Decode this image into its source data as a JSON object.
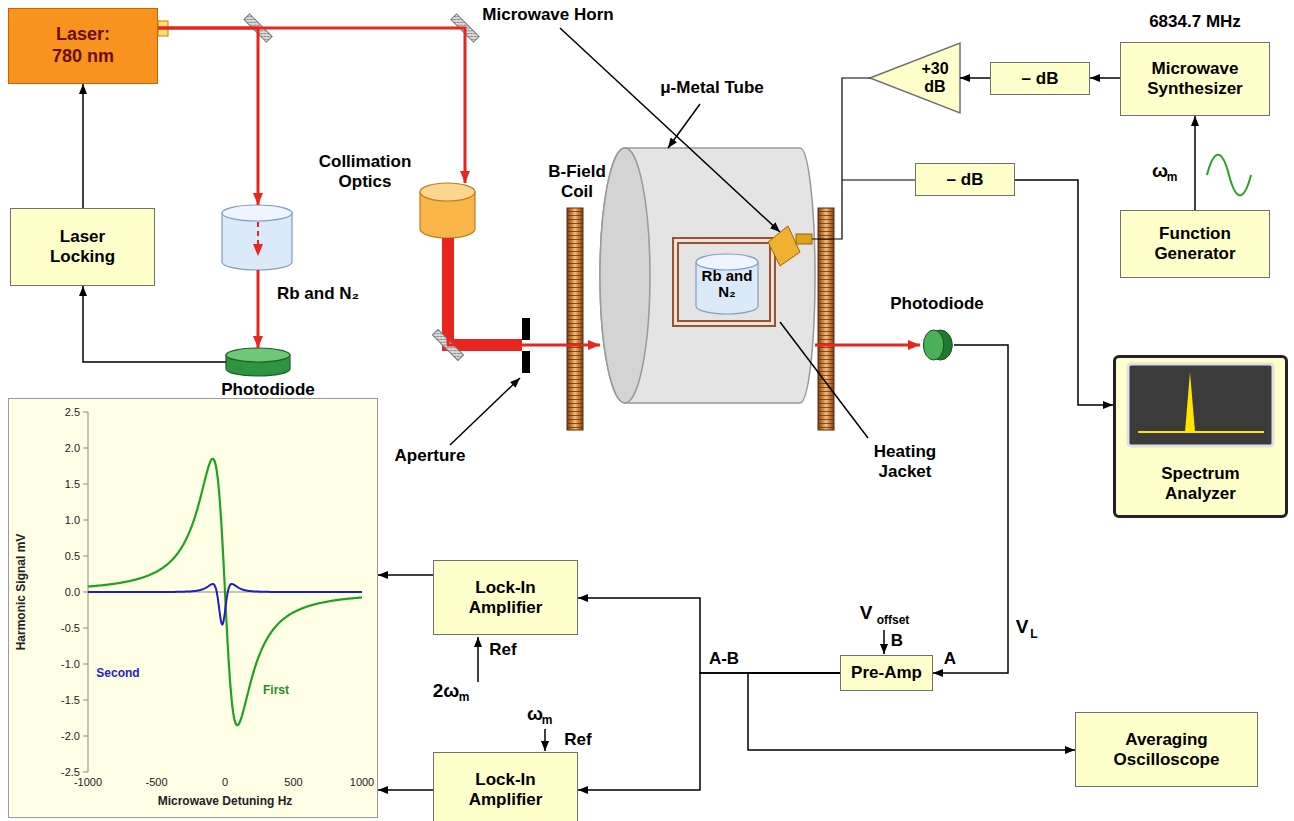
{
  "diagram": {
    "nodes": [
      {
        "text": [
          "Laser: 780 nm"
        ]
      },
      {
        "text": [
          "Laser Locking"
        ]
      },
      {
        "text": [
          "Rb and N₂"
        ]
      },
      {
        "text": [
          "Photodiode"
        ]
      },
      {
        "text": [
          "Collimation Optics"
        ]
      },
      {
        "text": [
          "μ-Metal Tube"
        ]
      },
      {
        "text": [
          "Heating Jacket"
        ],
        "in": 5
      },
      {
        "text": [
          "Rb and N₂"
        ],
        "in": 6
      },
      {
        "text": [
          "Photodiode"
        ]
      },
      {
        "text": [
          "+30 dB"
        ]
      },
      {
        "text": [
          "– dB"
        ]
      },
      {
        "text": [
          "6834.7 MHz",
          "Microwave Synthesizer"
        ]
      },
      {
        "text": [
          "Function Generator"
        ]
      },
      {
        "text": [
          "– dB"
        ]
      },
      {
        "text": [
          "Spectrum Analyzer"
        ]
      },
      {
        "text": [
          "Pre-Amp"
        ]
      },
      {
        "text": [
          "Lock-In Amplifier"
        ]
      },
      {
        "text": [
          "Lock-In Amplifier"
        ]
      },
      {
        "text": [
          "Averaging Oscilloscope"
        ]
      },
      {
        "text": [
          "Harmonic Signal mV",
          "Microwave Detuning Hz"
        ]
      }
    ],
    "edges": [
      {
        "from": 0,
        "to": 2,
        "arrow": "to"
      },
      {
        "from": 2,
        "to": 3,
        "arrow": "to"
      },
      {
        "from": 3,
        "to": 1,
        "arrow": "to"
      },
      {
        "from": 1,
        "to": 0,
        "arrow": "to"
      },
      {
        "from": 0,
        "to": 4,
        "arrow": "to"
      },
      {
        "from": 4,
        "to": 5,
        "arrow": "to"
      },
      {
        "from": 5,
        "to": 8,
        "arrow": "to"
      },
      {
        "from": 8,
        "to": 15,
        "arrow": "to"
      },
      {
        "from": 15,
        "to": 16,
        "arrow": "to"
      },
      {
        "from": 15,
        "to": 17,
        "arrow": "to"
      },
      {
        "from": 15,
        "to": 18,
        "arrow": "to"
      },
      {
        "from": 16,
        "to": 19,
        "arrow": "to"
      },
      {
        "from": 17,
        "to": 19,
        "arrow": "to"
      },
      {
        "from": 12,
        "to": 11,
        "arrow": "to"
      },
      {
        "from": 11,
        "to": 10,
        "arrow": "to"
      },
      {
        "from": 10,
        "to": 9,
        "arrow": "to"
      },
      {
        "from": 13,
        "to": 14,
        "arrow": "to"
      }
    ],
    "labels": [
      "Microwave Horn",
      "B-Field Coil",
      "Aperture",
      "V",
      "offset",
      "B",
      "A",
      "V",
      "L",
      "A-B",
      "Ref",
      "2ω",
      "m",
      "ω",
      "m",
      "Ref",
      "ω",
      "m",
      "2.5",
      "2.0",
      "1.5",
      "1.0",
      "0.5",
      "0.0",
      "-0.5",
      "-1.0",
      "-1.5",
      "-2.0",
      "-2.5",
      "-1000",
      "-500",
      "0",
      "500",
      "1000",
      "Second",
      "First"
    ]
  }
}
